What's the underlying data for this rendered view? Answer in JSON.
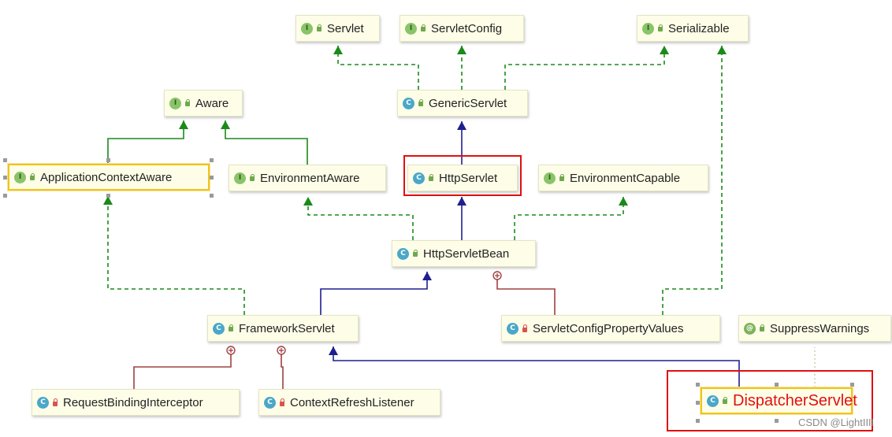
{
  "nodes": {
    "servlet": {
      "label": "Servlet",
      "badge": "I",
      "kind": "interface"
    },
    "servletconfig": {
      "label": "ServletConfig",
      "badge": "I",
      "kind": "interface"
    },
    "serializable": {
      "label": "Serializable",
      "badge": "I",
      "kind": "interface"
    },
    "aware": {
      "label": "Aware",
      "badge": "I",
      "kind": "interface"
    },
    "genericservlet": {
      "label": "GenericServlet",
      "badge": "C",
      "kind": "class"
    },
    "applicationcontextaware": {
      "label": "ApplicationContextAware",
      "badge": "I",
      "kind": "interface"
    },
    "environmentaware": {
      "label": "EnvironmentAware",
      "badge": "I",
      "kind": "interface"
    },
    "httpservlet": {
      "label": "HttpServlet",
      "badge": "C",
      "kind": "class"
    },
    "environmentcapable": {
      "label": "EnvironmentCapable",
      "badge": "I",
      "kind": "interface"
    },
    "httpservletbean": {
      "label": "HttpServletBean",
      "badge": "C",
      "kind": "class"
    },
    "frameworkservlet": {
      "label": "FrameworkServlet",
      "badge": "C",
      "kind": "class"
    },
    "servletconfigpropertyvalues": {
      "label": "ServletConfigPropertyValues",
      "badge": "C",
      "kind": "class"
    },
    "suppresswarnings": {
      "label": "SuppressWarnings",
      "badge": "@",
      "kind": "annotation"
    },
    "requestbindinginterceptor": {
      "label": "RequestBindingInterceptor",
      "badge": "C",
      "kind": "class"
    },
    "contextrefreshlistener": {
      "label": "ContextRefreshListener",
      "badge": "C",
      "kind": "class"
    },
    "dispatcherservlet": {
      "label": "DispatcherServlet",
      "badge": "C",
      "kind": "class"
    }
  },
  "edges": [
    {
      "from": "genericservlet",
      "to": "servlet",
      "type": "implements"
    },
    {
      "from": "genericservlet",
      "to": "servletconfig",
      "type": "implements"
    },
    {
      "from": "genericservlet",
      "to": "serializable",
      "type": "implements"
    },
    {
      "from": "httpservlet",
      "to": "genericservlet",
      "type": "extends"
    },
    {
      "from": "applicationcontextaware",
      "to": "aware",
      "type": "extends-interface"
    },
    {
      "from": "environmentaware",
      "to": "aware",
      "type": "extends-interface"
    },
    {
      "from": "httpservletbean",
      "to": "httpservlet",
      "type": "extends"
    },
    {
      "from": "httpservletbean",
      "to": "environmentaware",
      "type": "implements"
    },
    {
      "from": "httpservletbean",
      "to": "environmentcapable",
      "type": "implements"
    },
    {
      "from": "frameworkservlet",
      "to": "httpservletbean",
      "type": "extends"
    },
    {
      "from": "frameworkservlet",
      "to": "applicationcontextaware",
      "type": "implements"
    },
    {
      "from": "servletconfigpropertyvalues",
      "to": "httpservletbean",
      "type": "inner"
    },
    {
      "from": "servletconfigpropertyvalues",
      "to": "serializable",
      "type": "implements"
    },
    {
      "from": "requestbindinginterceptor",
      "to": "frameworkservlet",
      "type": "inner"
    },
    {
      "from": "contextrefreshlistener",
      "to": "frameworkservlet",
      "type": "inner"
    },
    {
      "from": "dispatcherservlet",
      "to": "frameworkservlet",
      "type": "extends"
    },
    {
      "from": "dispatcherservlet",
      "to": "suppresswarnings",
      "type": "annotated"
    }
  ],
  "colors": {
    "implements": "#1a8a1a",
    "extends": "#1f1f8f",
    "inner": "#a04040",
    "highlight": "#e01010",
    "annotated": "#c8d4b0"
  },
  "watermark": "CSDN @LightIIII"
}
